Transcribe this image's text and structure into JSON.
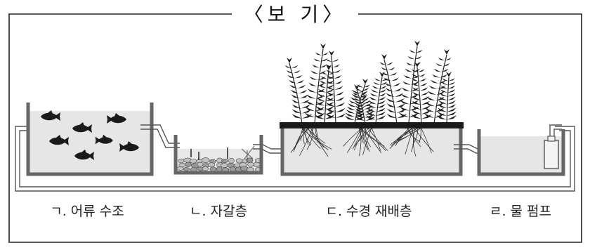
{
  "box_title": "〈보   기〉",
  "components": [
    {
      "id": "fish-tank",
      "label": "ㄱ. 어류 수조"
    },
    {
      "id": "gravel-bed",
      "label": "ㄴ. 자갈층"
    },
    {
      "id": "hydroponic-bed",
      "label": "ㄷ. 수경 재배층"
    },
    {
      "id": "water-pump",
      "label": "ㄹ. 물 펌프"
    }
  ],
  "colors": {
    "wall": "#666666",
    "water": "#e6e6e6",
    "dark": "#1a1a1a",
    "gravel": "#9a9a9a"
  }
}
